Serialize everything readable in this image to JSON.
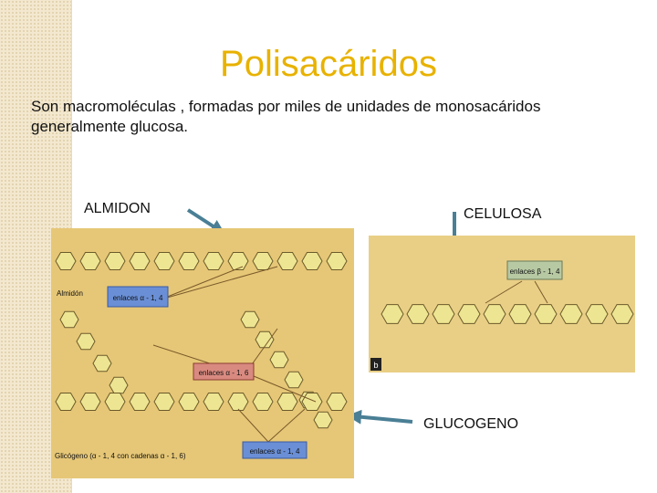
{
  "slide": {
    "title": "Polisacáridos",
    "text_line1": "Son macromoléculas , formadas por miles  de unidades de monosacáridos",
    "text_line2": "generalmente  glucosa."
  },
  "labels": {
    "almidon": "ALMIDON",
    "celulosa": "CELULOSA",
    "glucogeno": "GLUCOGENO"
  },
  "figure_left": {
    "caption_top": "Almidón",
    "box1": "enlaces α - 1, 4",
    "box2": "enlaces α - 1, 6",
    "box3": "enlaces α - 1, 4",
    "caption_bottom": "Glicógeno (α - 1, 4 con cadenas α - 1, 6)"
  },
  "figure_right": {
    "box": "enlaces β - 1, 4",
    "panel_letter": "b"
  },
  "colors": {
    "title": "#e8b200",
    "panel_left_bg": "#e6c777",
    "panel_right_bg": "#e9cf86",
    "hexagon_fill": "#eee592",
    "box_blue": "#6a8fd6",
    "box_red": "#d98a80",
    "box_green": "#b7c9a3",
    "arrow": "#4a7f95"
  }
}
